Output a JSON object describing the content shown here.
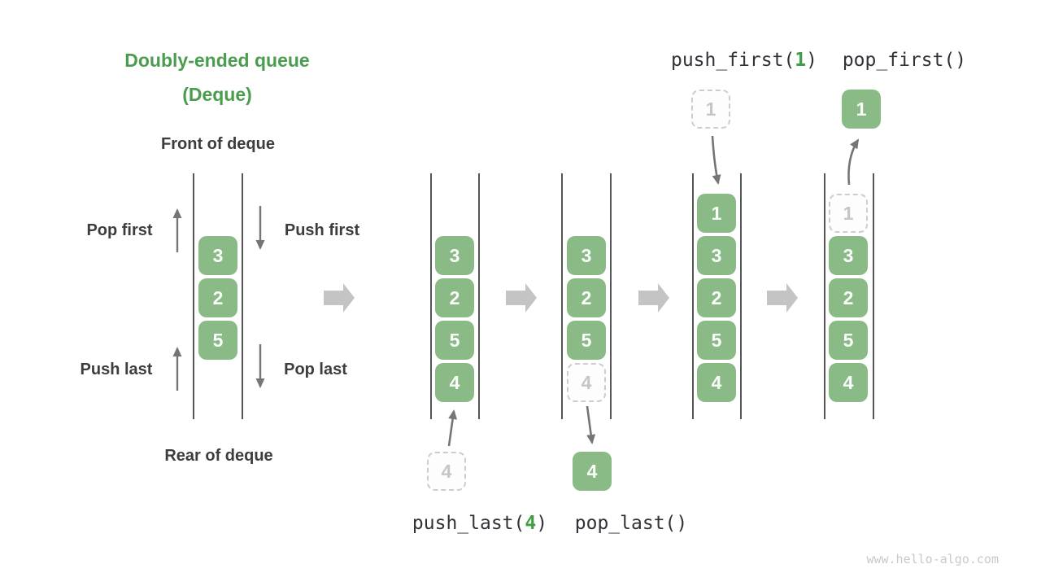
{
  "title": {
    "line1": "Doubly-ended queue",
    "line2": "(Deque)"
  },
  "labels": {
    "front": "Front of deque",
    "rear": "Rear of deque",
    "pop_first": "Pop first",
    "push_first": "Push first",
    "push_last": "Push last",
    "pop_last": "Pop last"
  },
  "operations": {
    "push_first": {
      "prefix": "push_first(",
      "arg": "1",
      "suffix": ")"
    },
    "pop_first": {
      "text": "pop_first()"
    },
    "push_last": {
      "prefix": "push_last(",
      "arg": "4",
      "suffix": ")"
    },
    "pop_last": {
      "text": "pop_last()"
    }
  },
  "queues": [
    {
      "cells": [
        {
          "value": "3"
        },
        {
          "value": "2"
        },
        {
          "value": "5"
        }
      ]
    },
    {
      "cells": [
        {
          "value": "3"
        },
        {
          "value": "2"
        },
        {
          "value": "5"
        },
        {
          "value": "4"
        }
      ]
    },
    {
      "cells": [
        {
          "value": "3"
        },
        {
          "value": "2"
        },
        {
          "value": "5"
        },
        {
          "value": "4",
          "ghost": true
        }
      ]
    },
    {
      "cells": [
        {
          "value": "1"
        },
        {
          "value": "3"
        },
        {
          "value": "2"
        },
        {
          "value": "5"
        },
        {
          "value": "4"
        }
      ]
    },
    {
      "cells": [
        {
          "value": "1",
          "ghost": true
        },
        {
          "value": "3"
        },
        {
          "value": "2"
        },
        {
          "value": "5"
        },
        {
          "value": "4"
        }
      ]
    }
  ],
  "floating": [
    {
      "value": "4",
      "role": "push_last-incoming",
      "ghost": true
    },
    {
      "value": "4",
      "role": "pop_last-removed",
      "ghost": false
    },
    {
      "value": "1",
      "role": "push_first-incoming",
      "ghost": true
    },
    {
      "value": "1",
      "role": "pop_first-removed",
      "ghost": false
    }
  ],
  "icons": {
    "step_arrows": "right-block-arrow",
    "thin_arrows": [
      "up-arrow",
      "down-arrow",
      "up-arrow",
      "down-arrow"
    ]
  },
  "watermark": "www.hello-algo.com",
  "colors": {
    "title_green": "#4a9d4e",
    "cell_green": "#8abb87",
    "arg_green": "#3f9e46",
    "thin_arrow_gray": "#757575",
    "block_arrow_gray": "#c4c4c4",
    "wall_gray": "#565656",
    "label_dark": "#3d3d3d",
    "code_dark": "#2f3337",
    "ghost_gray": "#c5c5c5",
    "watermark_gray": "#c9c9c9"
  }
}
